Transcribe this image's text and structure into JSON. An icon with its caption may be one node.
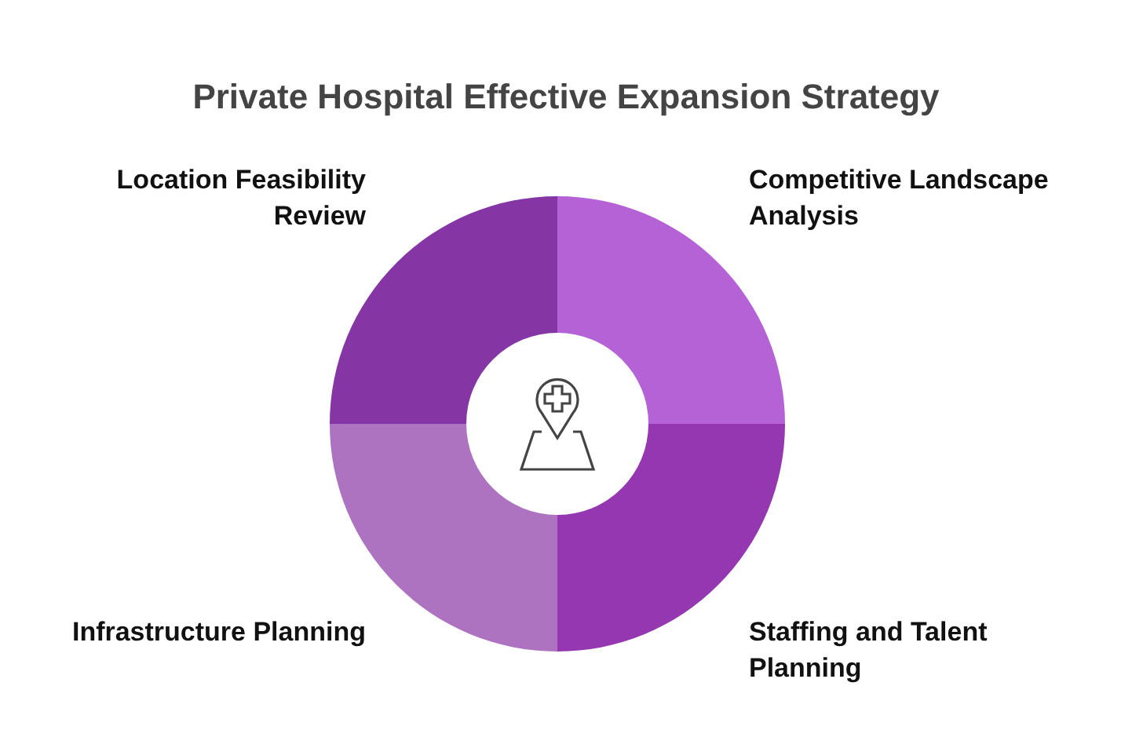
{
  "diagram": {
    "title": "Private Hospital Effective Expansion Strategy",
    "nodes": [
      {
        "text": [],
        "shape": "wedge",
        "beside": [
          "Location Feasibility Review"
        ]
      },
      {
        "text": [],
        "shape": "wedge",
        "beside": [
          "Competitive Landscape Analysis"
        ]
      },
      {
        "text": [],
        "shape": "wedge",
        "beside": [
          "Infrastructure Planning"
        ]
      },
      {
        "text": [],
        "shape": "wedge",
        "beside": [
          "Staffing and Talent Planning"
        ]
      },
      {
        "text": [],
        "shape": "circle"
      }
    ]
  }
}
